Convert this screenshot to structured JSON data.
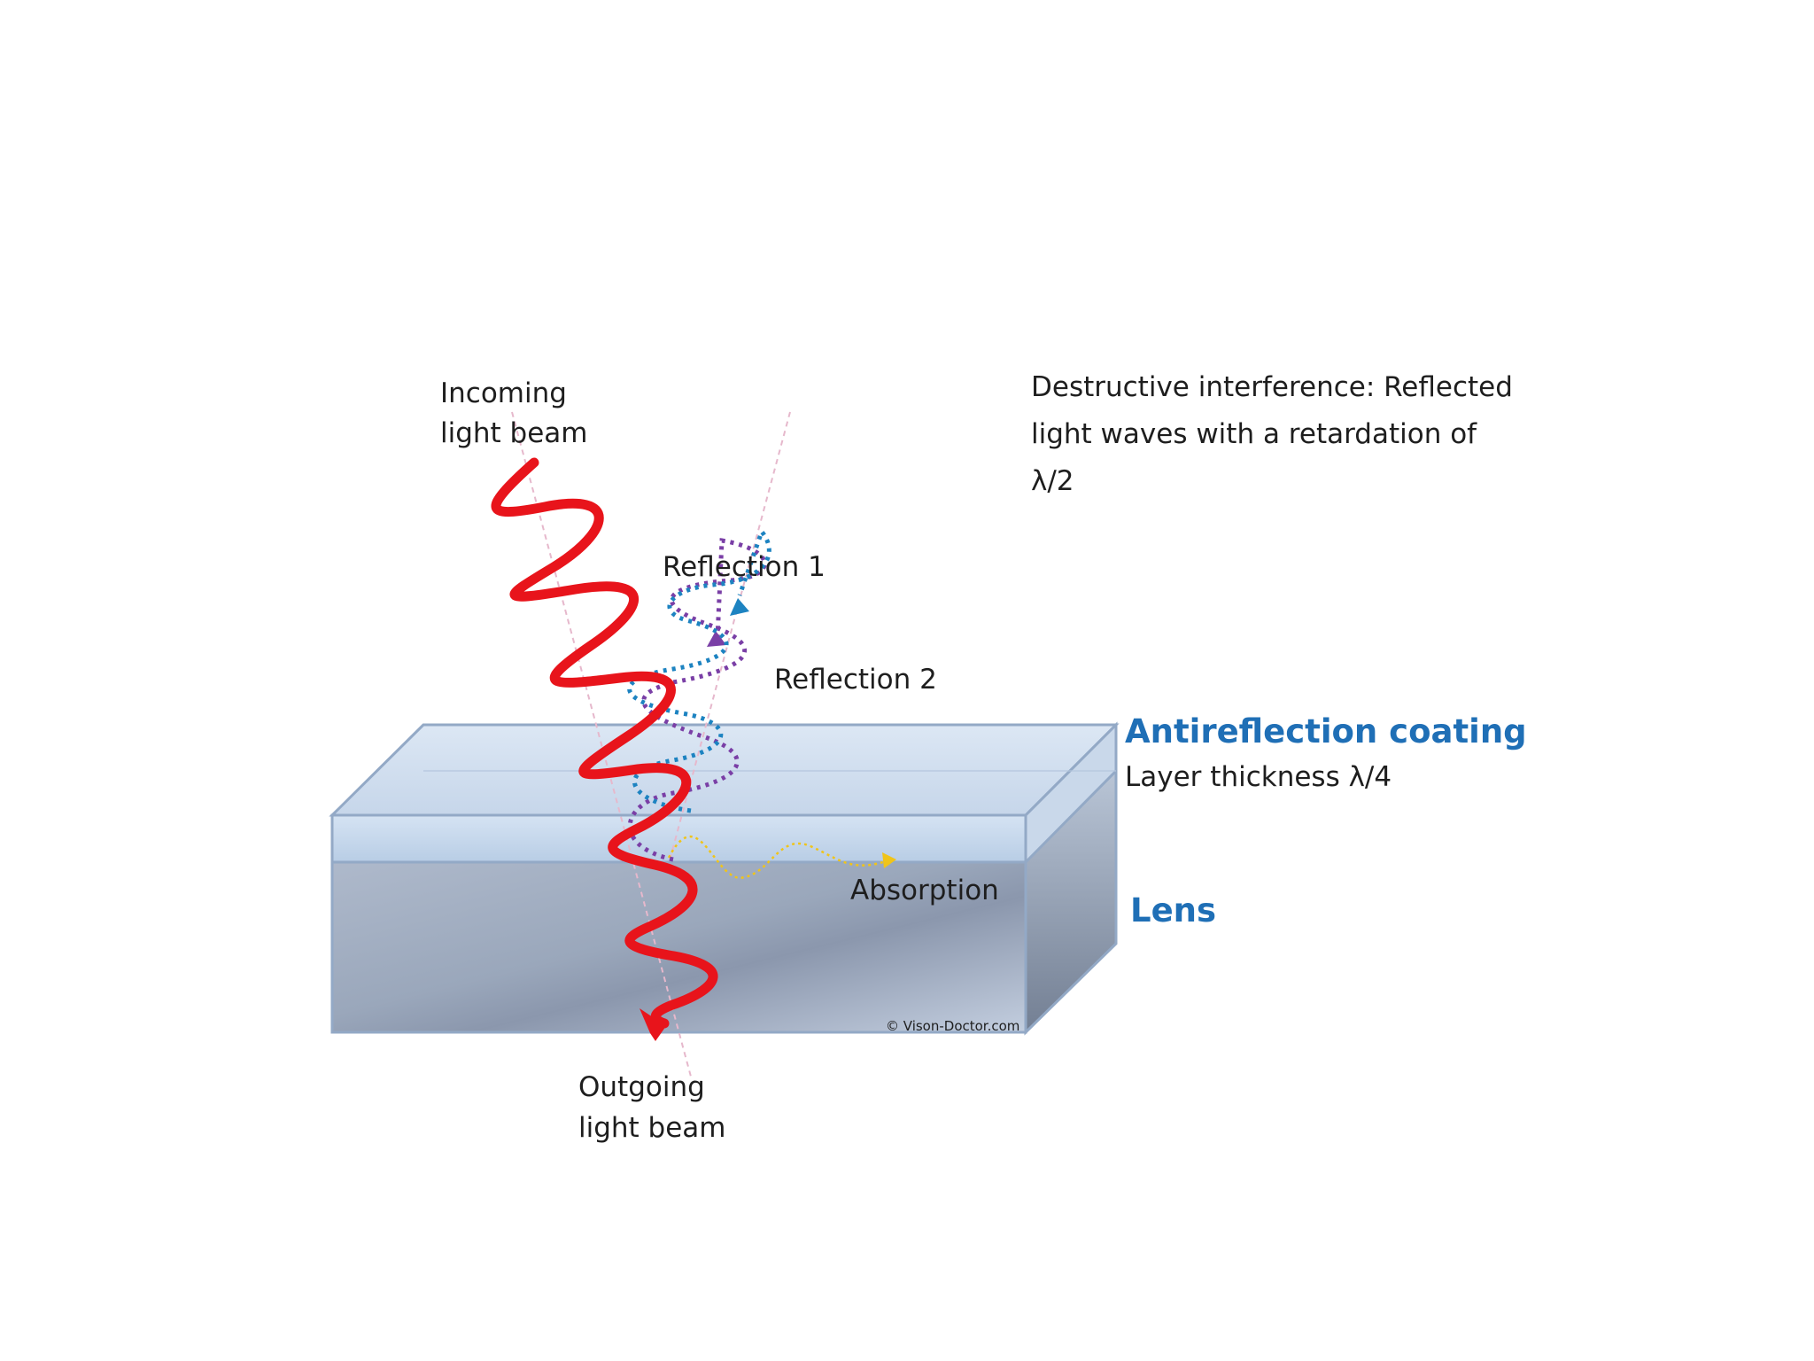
{
  "labels": {
    "incoming_line1": "Incoming",
    "incoming_line2": "light beam",
    "interference_line1": "Destructive interference: Reflected",
    "interference_line2": "light waves with a retardation of",
    "interference_line3": "λ/2",
    "reflection1": "Reflection 1",
    "reflection2": "Reflection 2",
    "coating_title": "Antireflection coating",
    "coating_thickness": "Layer thickness  λ/4",
    "absorption": "Absorption",
    "lens": "Lens",
    "outgoing_line1": "Outgoing",
    "outgoing_line2": "light beam",
    "copyright": "© Vison-Doctor.com"
  },
  "colors": {
    "accent_blue": "#1f6fb6",
    "incoming_wave": "#e8141b",
    "reflection1_wave": "#1d83c1",
    "reflection2_wave": "#7a3fa6",
    "absorption_wave": "#f0c419",
    "guide_line": "#e6b8cc"
  }
}
